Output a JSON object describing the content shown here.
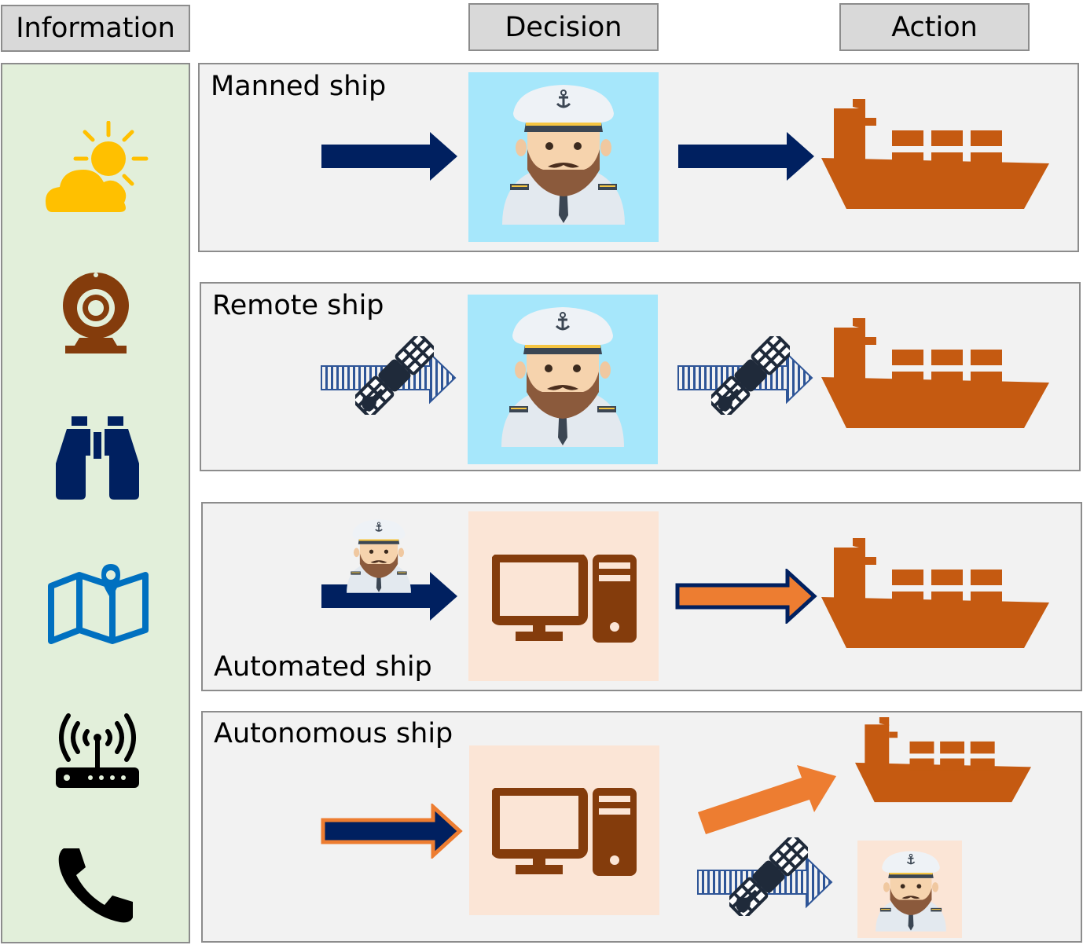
{
  "headers": {
    "information": "Information",
    "decision": "Decision",
    "action": "Action"
  },
  "info_icons": [
    "weather-icon",
    "webcam-icon",
    "binoculars-icon",
    "map-pin-icon",
    "wifi-router-icon",
    "phone-icon"
  ],
  "rows": [
    {
      "label": "Manned ship"
    },
    {
      "label": "Remote ship"
    },
    {
      "label": "Automated ship"
    },
    {
      "label": "Autonomous ship"
    }
  ],
  "colors": {
    "header_bg": "#d9d9d9",
    "panel_bg": "#f2f2f2",
    "info_bg": "#e2efda",
    "arrow_navy": "#002060",
    "arrow_orange": "#ed7d31",
    "ship": "#c55a11",
    "computer": "#843c0c",
    "captain_tile": "#a6e7fb",
    "computer_tile": "#fbe5d6"
  }
}
